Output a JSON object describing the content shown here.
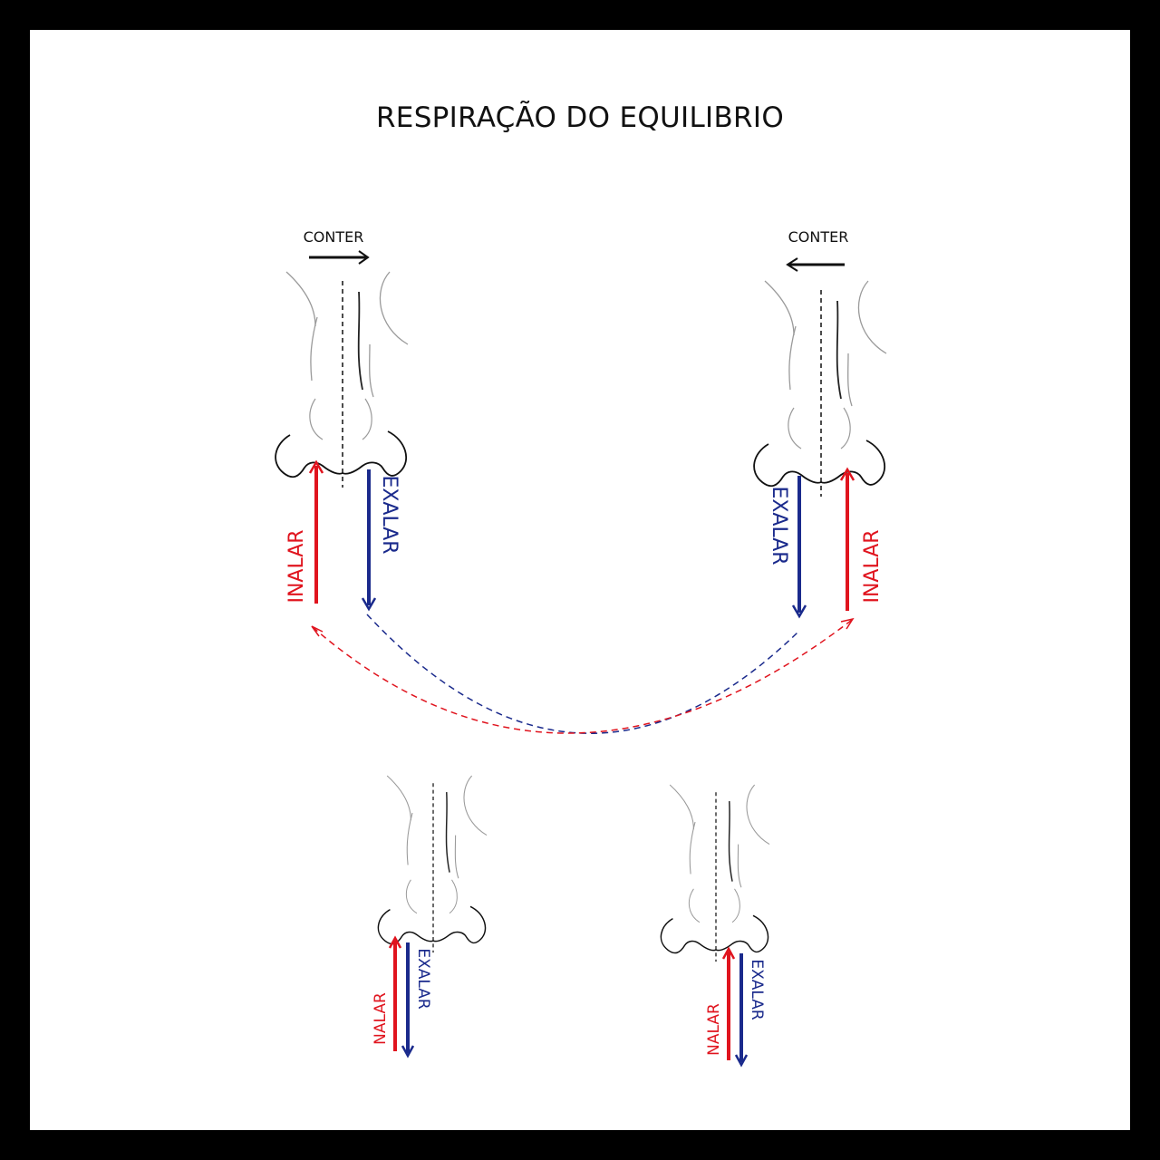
{
  "title": "RESPIRAÇÃO DO EQUILIBRIO",
  "colors": {
    "inhale": "#e0141e",
    "exhale": "#1a2a8c",
    "hold": "#111111",
    "sketch": "#9a9a9a"
  },
  "top_left": {
    "hold_label": "CONTER",
    "inhale_label": "INALAR",
    "exhale_label": "EXALAR"
  },
  "top_right": {
    "hold_label": "CONTER",
    "inhale_label": "INALAR",
    "exhale_label": "EXALAR"
  },
  "bottom_left": {
    "inhale_label": "NALAR",
    "exhale_label": "EXALAR"
  },
  "bottom_right": {
    "inhale_label": "NALAR",
    "exhale_label": "EXALAR"
  }
}
